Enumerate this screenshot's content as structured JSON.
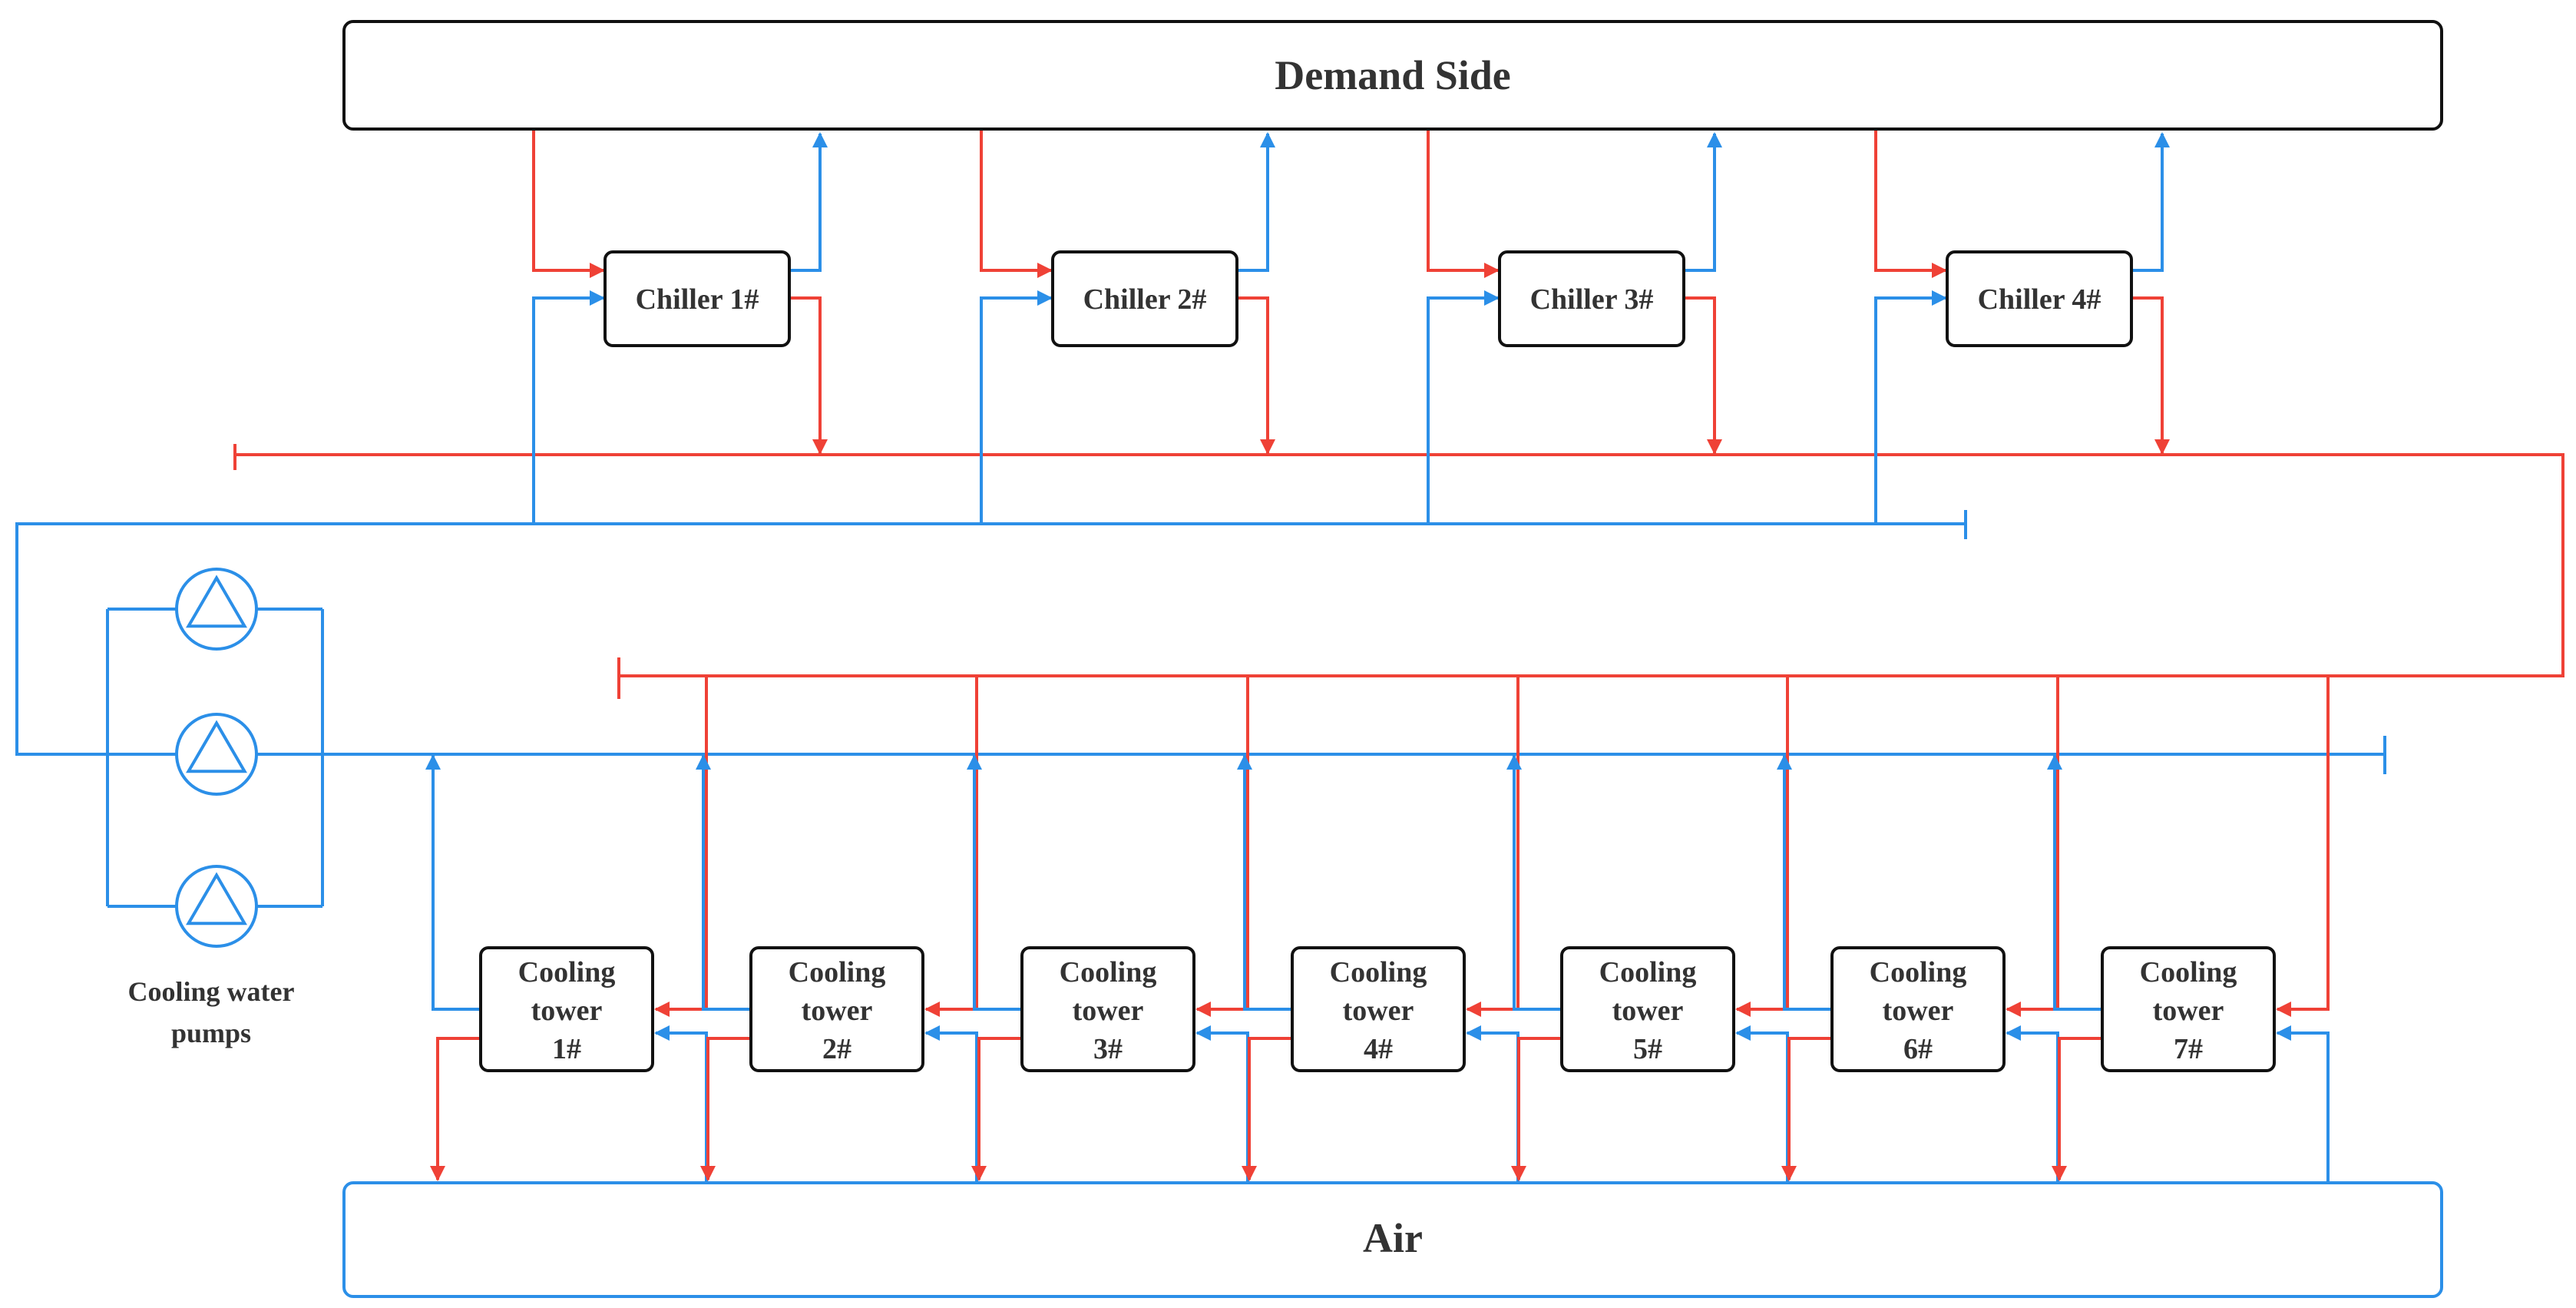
{
  "demand_side": {
    "label": "Demand Side"
  },
  "air": {
    "label": "Air"
  },
  "chillers": [
    {
      "label": "Chiller 1#"
    },
    {
      "label": "Chiller 2#"
    },
    {
      "label": "Chiller 3#"
    },
    {
      "label": "Chiller 4#"
    }
  ],
  "cooling_towers": [
    {
      "line1": "Cooling",
      "line2": "tower",
      "line3": "1#"
    },
    {
      "line1": "Cooling",
      "line2": "tower",
      "line3": "2#"
    },
    {
      "line1": "Cooling",
      "line2": "tower",
      "line3": "3#"
    },
    {
      "line1": "Cooling",
      "line2": "tower",
      "line3": "4#"
    },
    {
      "line1": "Cooling",
      "line2": "tower",
      "line3": "5#"
    },
    {
      "line1": "Cooling",
      "line2": "tower",
      "line3": "6#"
    },
    {
      "line1": "Cooling",
      "line2": "tower",
      "line3": "7#"
    }
  ],
  "pumps": {
    "count": 3,
    "caption_line1": "Cooling water",
    "caption_line2": "pumps"
  },
  "colors": {
    "hot_pipe": "#ef4136",
    "cold_pipe": "#2b8fe8",
    "box_border": "#111111",
    "text": "#333333"
  }
}
